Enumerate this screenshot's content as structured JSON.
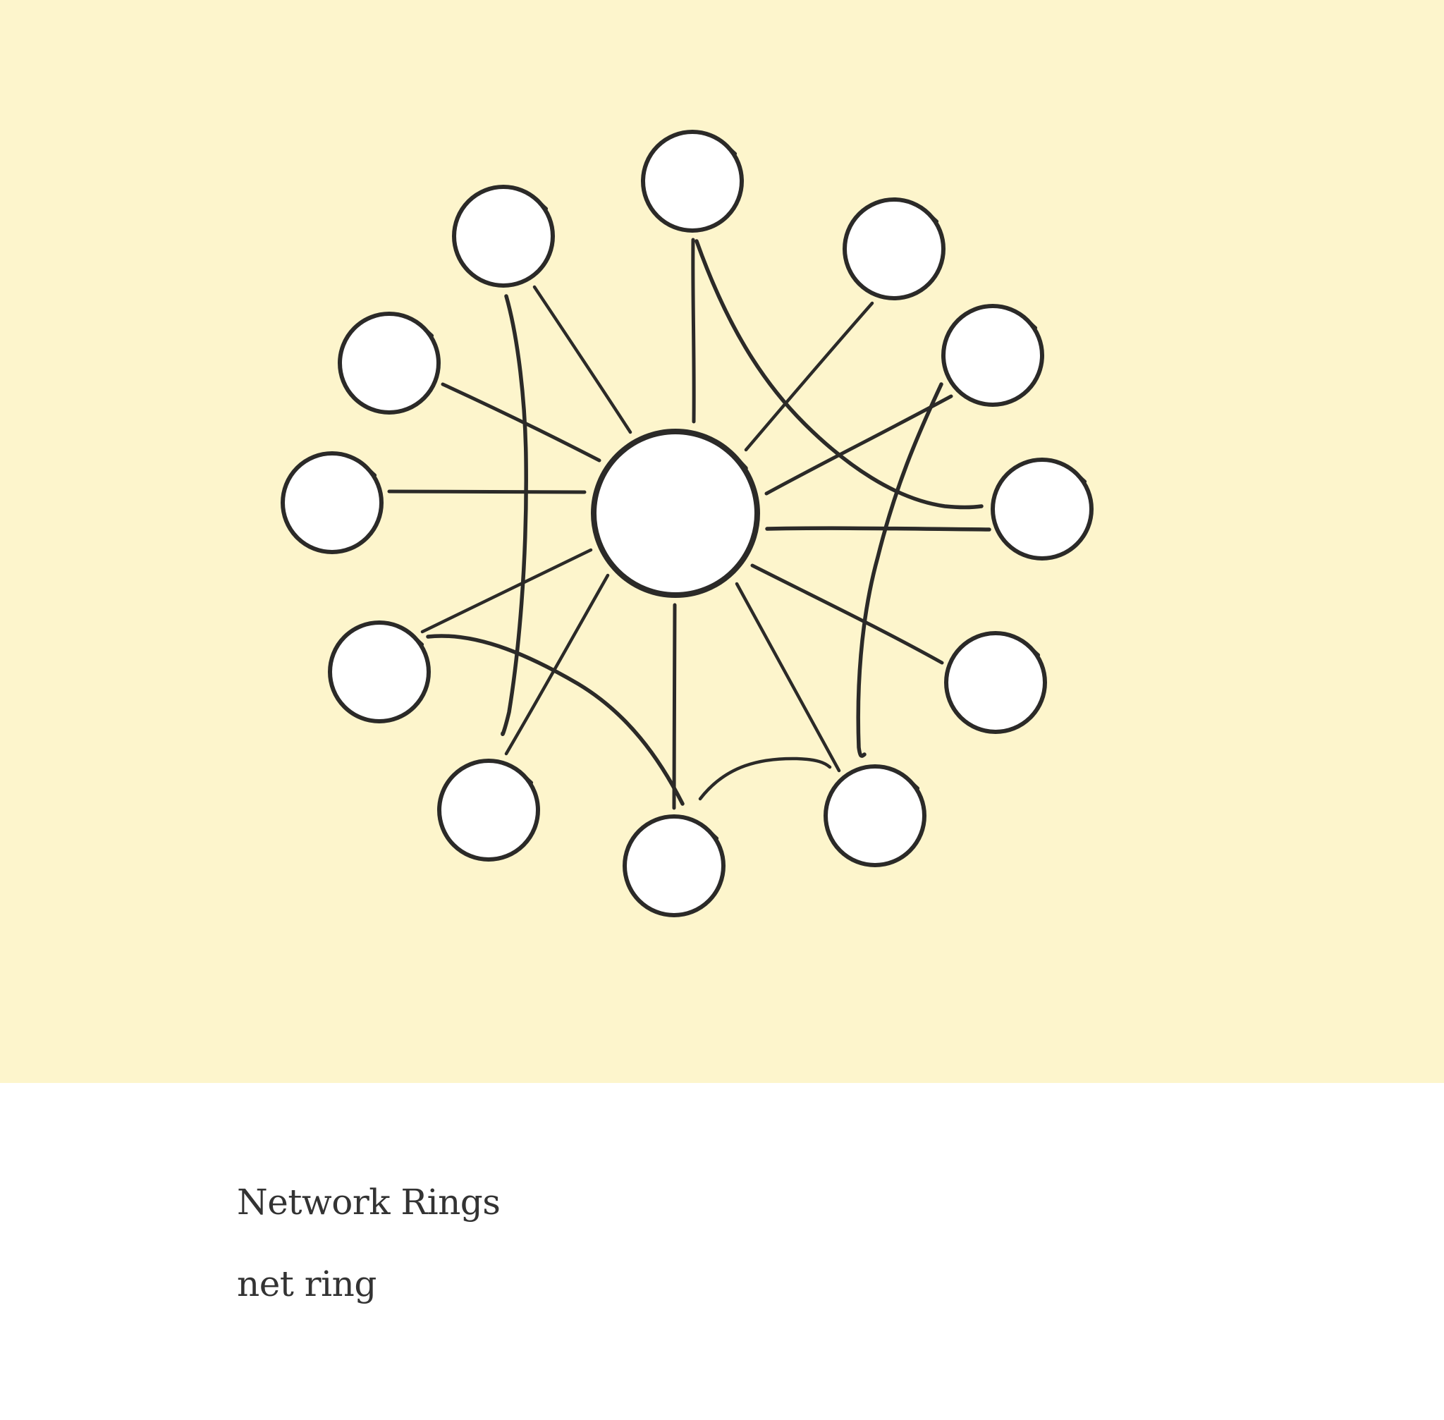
{
  "colors": {
    "background": "#fdf5cc",
    "ink": "#2b2a28",
    "node_fill": "#ffffff",
    "caption_text": "#333333"
  },
  "illustration": {
    "hub": {
      "id": "hub"
    },
    "nodes": [
      {
        "id": "node-top"
      },
      {
        "id": "node-upper-left"
      },
      {
        "id": "node-upper-right"
      },
      {
        "id": "node-left-upper"
      },
      {
        "id": "node-right-upper"
      },
      {
        "id": "node-left"
      },
      {
        "id": "node-right"
      },
      {
        "id": "node-left-lower"
      },
      {
        "id": "node-right-lower"
      },
      {
        "id": "node-bottom-left"
      },
      {
        "id": "node-bottom"
      },
      {
        "id": "node-bottom-right"
      }
    ]
  },
  "caption": {
    "title": "Network Rings",
    "subtitle": "net ring"
  }
}
